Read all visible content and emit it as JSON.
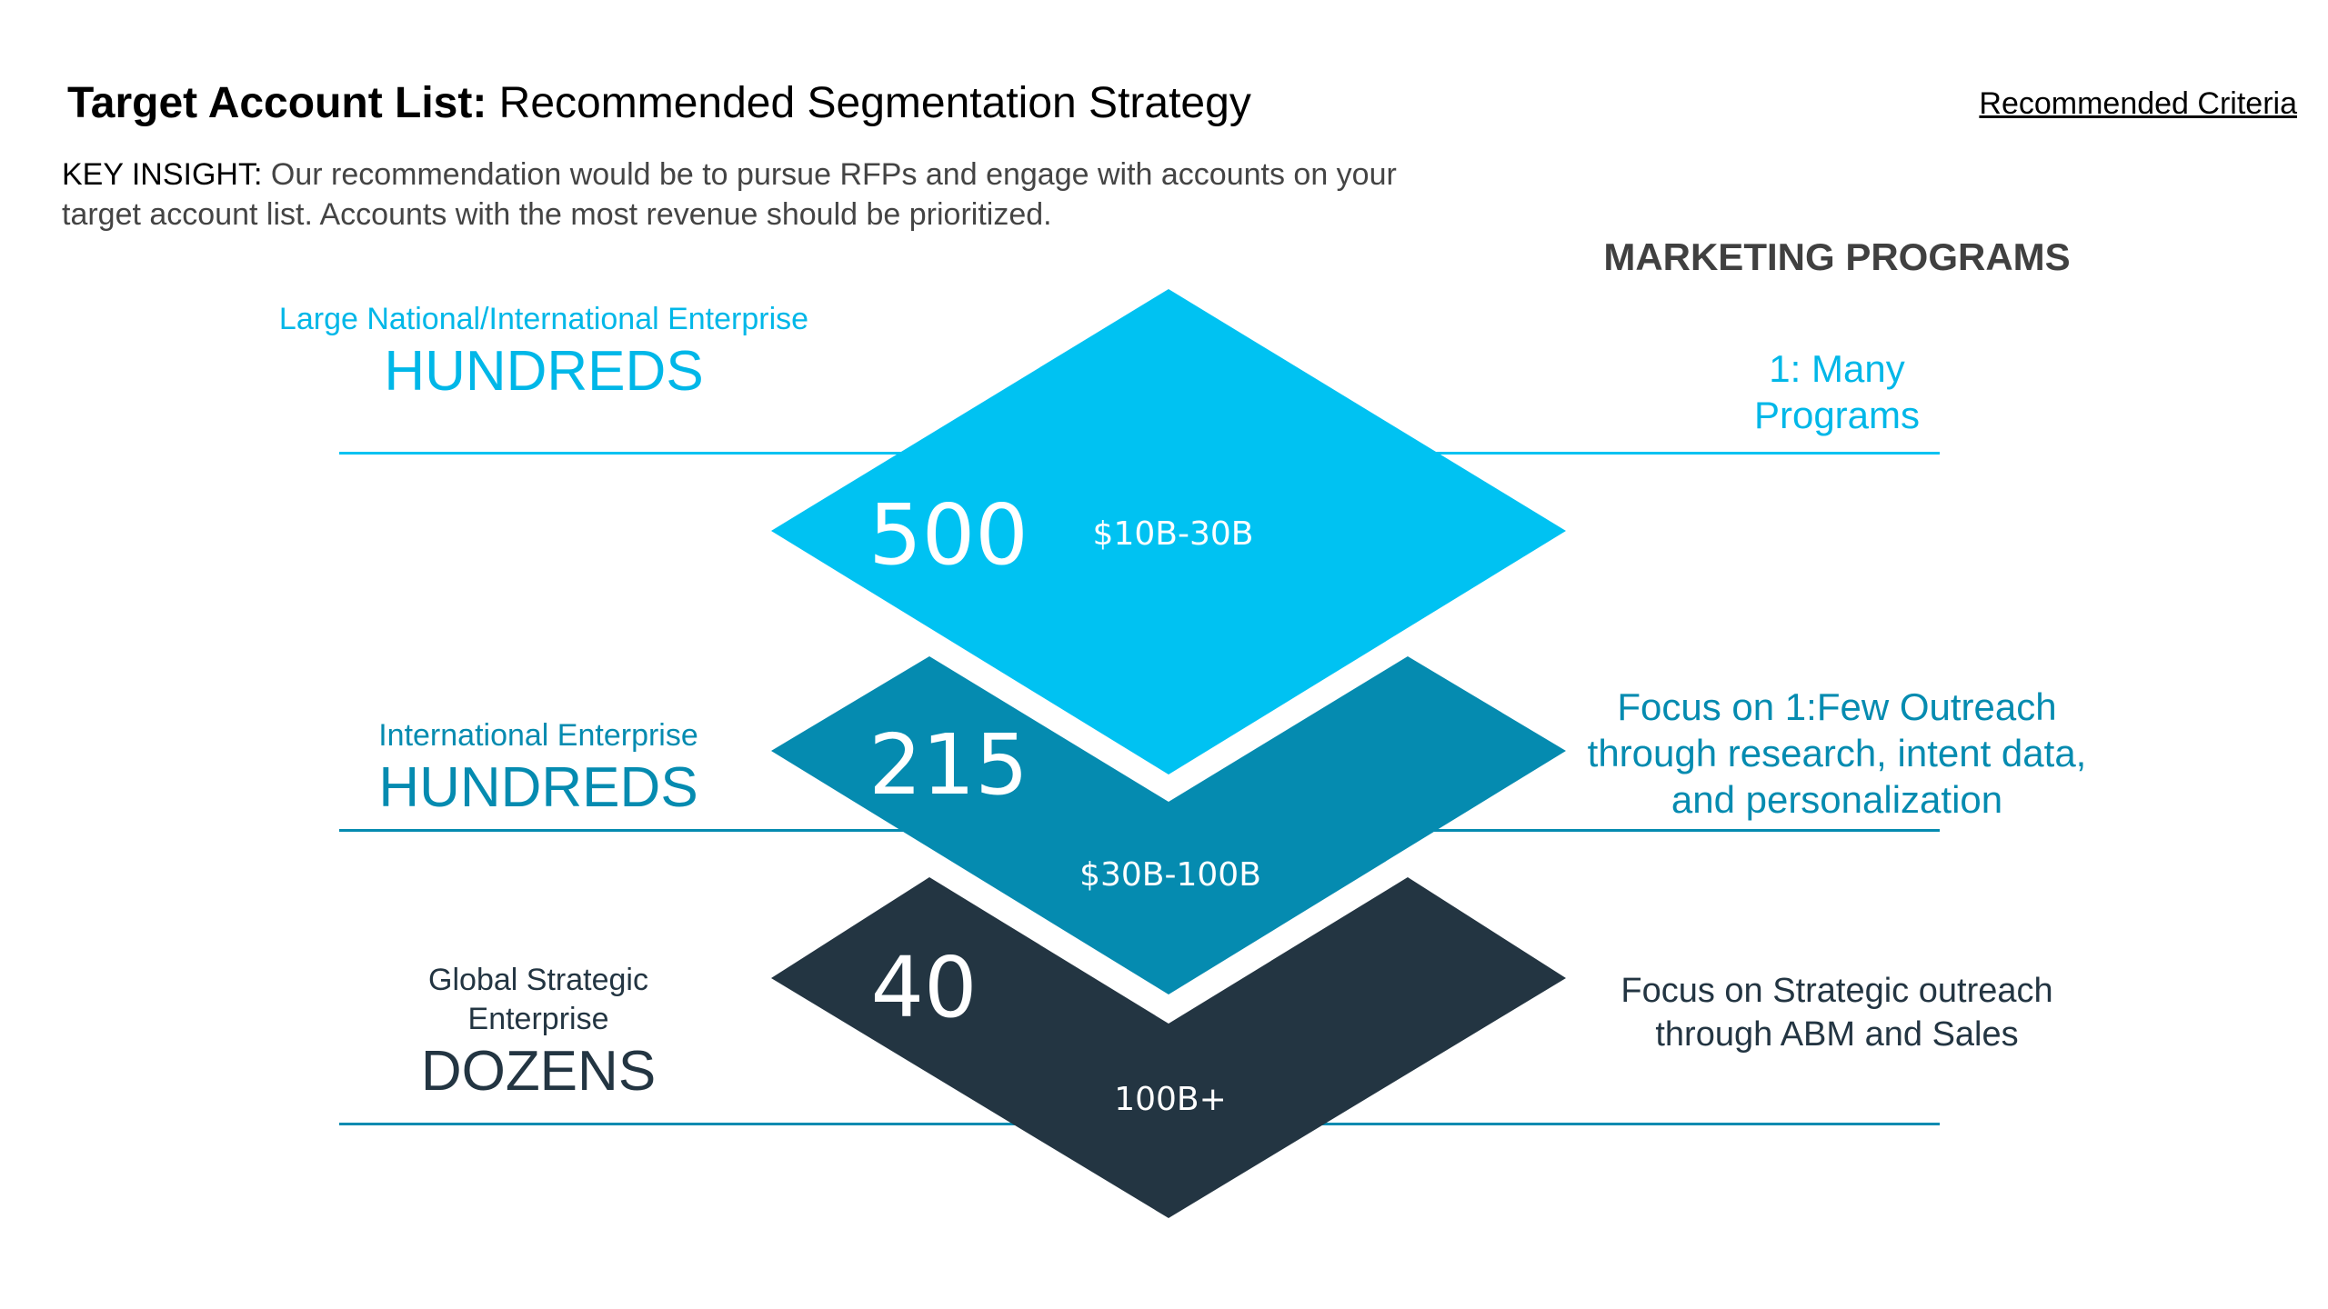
{
  "header": {
    "title_bold": "Target Account List:",
    "title_rest": " Recommended Segmentation Strategy",
    "criteria_link": "Recommended Criteria"
  },
  "insight": {
    "lead": "KEY INSIGHT:",
    "text": " Our recommendation would be to pursue RFPs and engage with accounts on your target account list. Accounts  with the most revenue should be prioritized."
  },
  "programs_heading": "MARKETING PROGRAMS",
  "colors": {
    "tier1": "#00C2F2",
    "tier2": "#058BB0",
    "tier3": "#233542"
  },
  "tiers": [
    {
      "segment": "Large National/International Enterprise",
      "size_word": "HUNDREDS",
      "count": "500",
      "revenue": "$10B-30B",
      "program": "1: Many Programs"
    },
    {
      "segment": "International Enterprise",
      "size_word": "HUNDREDS",
      "count": "215",
      "revenue": "$30B-100B",
      "program": "Focus on 1:Few Outreach through research, intent data, and personalization"
    },
    {
      "segment": "Global Strategic Enterprise",
      "size_word": "DOZENS",
      "count": "40",
      "revenue": "100B+",
      "program": "Focus on Strategic outreach through ABM and Sales"
    }
  ]
}
